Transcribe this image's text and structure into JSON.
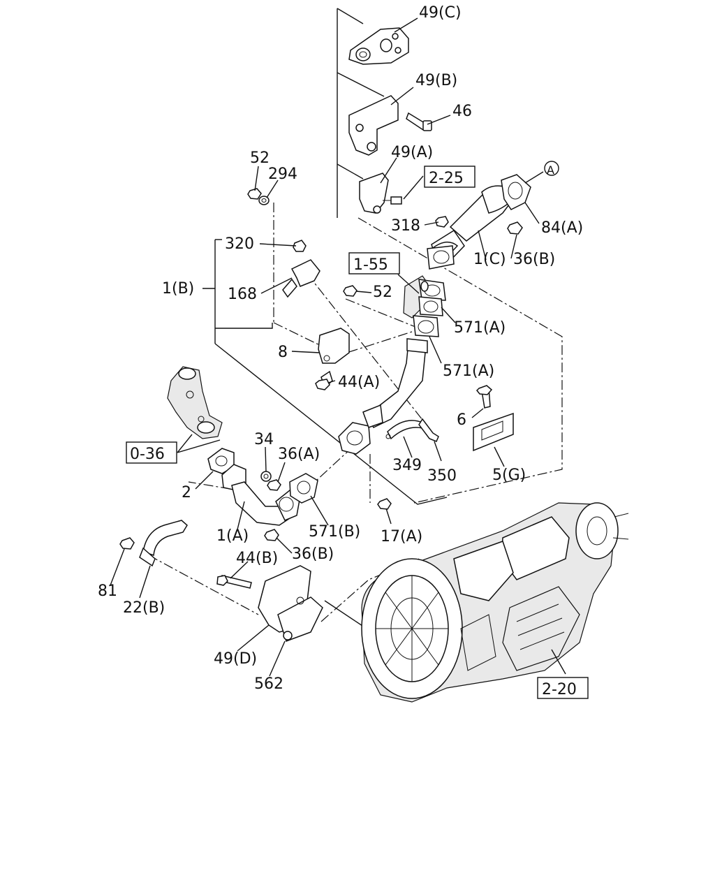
{
  "labels": {
    "p49c": "49(C)",
    "p49b": "49(B)",
    "p46": "46",
    "p49a": "49(A)",
    "p52a": "52",
    "p294": "294",
    "ref225": "2-25",
    "circA": "A",
    "p318": "318",
    "p84a": "84(A)",
    "p1c": "1(C)",
    "p36b_top": "36(B)",
    "p320": "320",
    "ref155": "1-55",
    "p1b": "1(B)",
    "p168": "168",
    "p52b": "52",
    "p571a_1": "571(A)",
    "p8": "8",
    "p571a_2": "571(A)",
    "p44a": "44(A)",
    "p6": "6",
    "ref036": "0-36",
    "p34": "34",
    "p36a": "36(A)",
    "p349": "349",
    "p350": "350",
    "p5g": "5(G)",
    "p2": "2",
    "p1a": "1(A)",
    "p571b": "571(B)",
    "p17a": "17(A)",
    "p36b_bot": "36(B)",
    "p44b": "44(B)",
    "p81": "81",
    "p22b": "22(B)",
    "p49d": "49(D)",
    "p562": "562",
    "ref220": "2-20"
  }
}
